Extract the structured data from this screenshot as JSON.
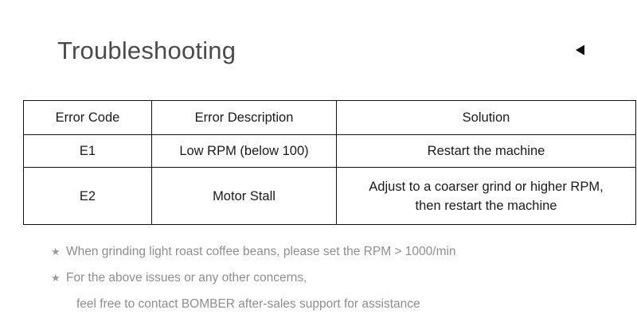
{
  "header": {
    "title": "Troubleshooting",
    "back_icon": "triangle-left-icon"
  },
  "table": {
    "columns": [
      "Error Code",
      "Error Description",
      "Solution"
    ],
    "rows": [
      {
        "code": "E1",
        "description": "Low RPM (below 100)",
        "solution_line1": "Restart the machine",
        "solution_line2": ""
      },
      {
        "code": "E2",
        "description": "Motor Stall",
        "solution_line1": "Adjust to a coarser grind or higher RPM,",
        "solution_line2": "then restart the machine"
      }
    ]
  },
  "footnotes": {
    "bullet": "★",
    "items": [
      {
        "line1": "When grinding light roast coffee beans, please set the RPM > 1000/min",
        "line2": ""
      },
      {
        "line1": "For the above issues or any other concerns,",
        "line2": "feel free to contact BOMBER after-sales support for assistance"
      }
    ]
  },
  "colors": {
    "title": "#4b4b4b",
    "table_border": "#111111",
    "table_text": "#1a1a1a",
    "footnote_text": "#8e8e8e",
    "background": "#ffffff"
  }
}
